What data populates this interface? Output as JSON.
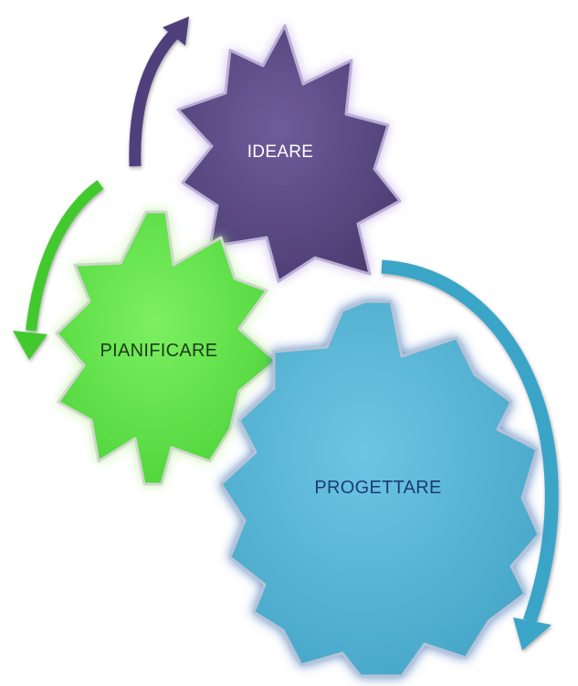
{
  "diagram": {
    "nodes": [
      {
        "id": "ideare",
        "label": "IDEARE",
        "color": "#5c4b86",
        "text_color": "#ffffff",
        "glow": "#c7b8e6"
      },
      {
        "id": "pianificare",
        "label": "PIANIFICARE",
        "color": "#62e64c",
        "text_color": "#1f3a14",
        "glow": "#c4f2a8"
      },
      {
        "id": "progettare",
        "label": "PROGETTARE",
        "color": "#58b6d6",
        "text_color": "#1f3b73",
        "glow": "#5a86c4"
      }
    ],
    "arrows": [
      {
        "from": "pianificare",
        "to": "ideare",
        "color": "#4f3f7b"
      },
      {
        "from": "ideare",
        "to": "pianificare",
        "color": "#43c92e"
      },
      {
        "from": "ideare",
        "to": "progettare",
        "color": "#3aa5c8"
      }
    ]
  }
}
